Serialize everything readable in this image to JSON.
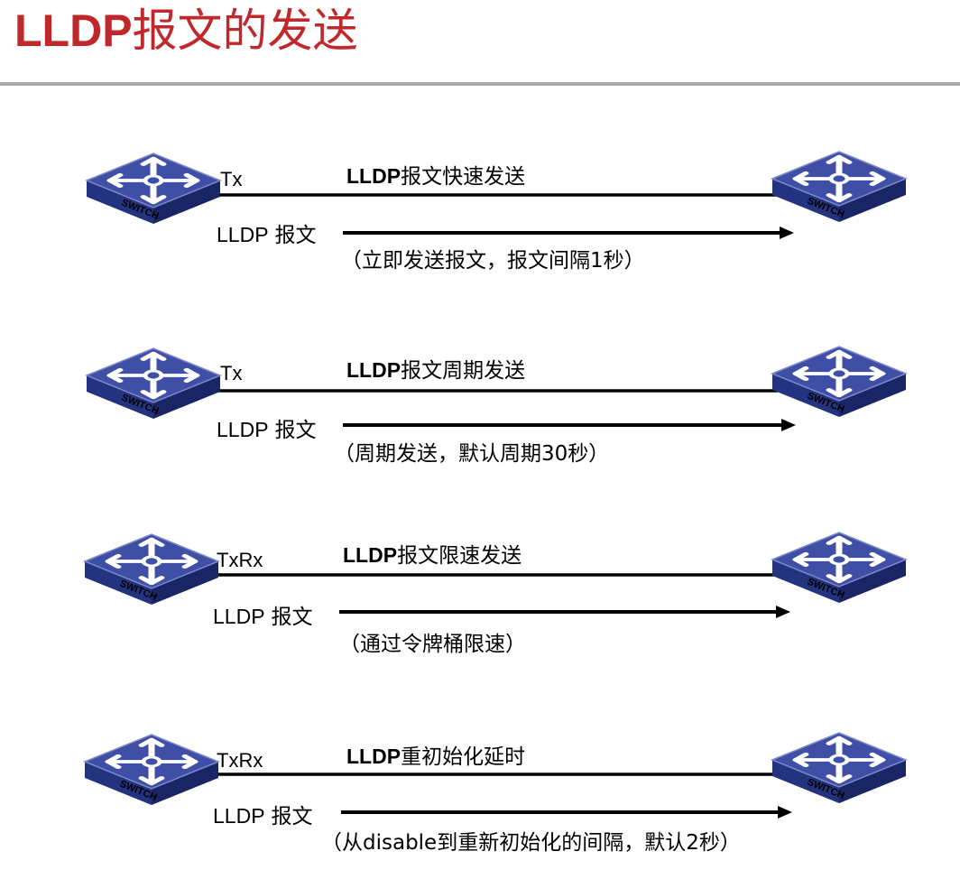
{
  "page": {
    "title_latin": "LLDP",
    "title_cjk": "报文的发送"
  },
  "switch_label": "SWITCH",
  "rows": [
    {
      "port_label": "Tx",
      "heading_latin": "LLDP",
      "heading_cjk": "报文快速发送",
      "msg_latin": "LLDP",
      "msg_cjk": "报文",
      "note": "（立即发送报文，报文间隔1秒）"
    },
    {
      "port_label": "Tx",
      "heading_latin": "LLDP",
      "heading_cjk": "报文周期发送",
      "msg_latin": "LLDP",
      "msg_cjk": "报文",
      "note": "（周期发送，默认周期30秒）"
    },
    {
      "port_label": "TxRx",
      "heading_latin": "LLDP",
      "heading_cjk": "报文限速发送",
      "msg_latin": "LLDP",
      "msg_cjk": "报文",
      "note": "（通过令牌桶限速）"
    },
    {
      "port_label": "TxRx",
      "heading_latin": "LLDP",
      "heading_cjk": "重初始化延时",
      "msg_latin": "LLDP",
      "msg_cjk": "报文",
      "note": "（从disable到重新初始化的间隔，默认2秒）"
    }
  ],
  "colors": {
    "title": "#c0282c",
    "rule": "#a9a9a9",
    "switch_top": "#3f4fa6",
    "switch_side": "#24337f",
    "switch_front": "#1a2566"
  },
  "icons": {
    "switch": "network-switch-icon",
    "arrow": "arrowhead-icon"
  }
}
